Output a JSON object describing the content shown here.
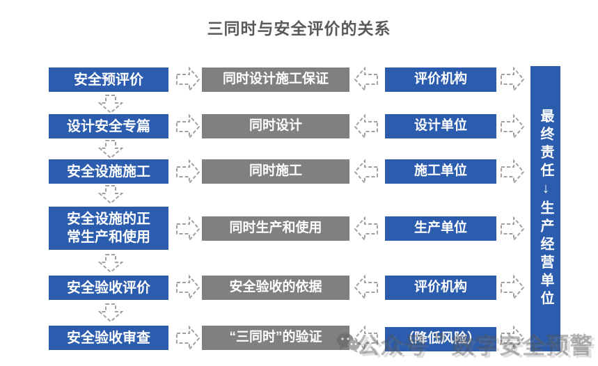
{
  "title": "三同时与安全评价的关系",
  "colors": {
    "stage_blue": "#2b5cad",
    "requirement_gray": "#808080",
    "arrow_outline": "#a0a0a0",
    "title_text": "#595959"
  },
  "rows": [
    {
      "left": "安全预评价",
      "middle": "同时设计施工保证",
      "right": "评价机构"
    },
    {
      "left": "设计安全专篇",
      "middle": "同时设计",
      "right": "设计单位"
    },
    {
      "left": "安全设施施工",
      "middle": "同时施工",
      "right": "施工单位"
    },
    {
      "left": "安全设施的正\n常生产和使用",
      "middle": "同时生产和使用",
      "right": "生产单位"
    },
    {
      "left": "安全验收评价",
      "middle": "安全验收的依据",
      "right": "评价机构"
    },
    {
      "left": "安全验收审查",
      "middle": "“三同时”的验证",
      "right": "（降低风险）"
    }
  ],
  "sidebar": {
    "text": "最终责任↓生产经营单位"
  },
  "watermark": {
    "icon": "wechat-icon",
    "text": "公众号＂数字安全预警＂"
  }
}
